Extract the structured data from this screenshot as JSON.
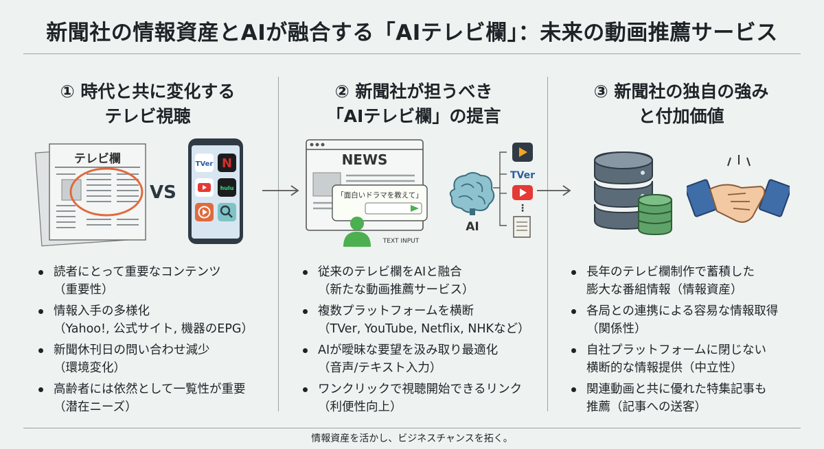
{
  "title": "新聞社の情報資産とAIが融合する「AIテレビ欄」：未来の動画推薦サービス",
  "footer": "情報資産を活かし、ビジネスチャンスを拓く。",
  "columns": [
    {
      "heading_line1": "① 時代と共に変化する",
      "heading_line2": "テレビ視聴",
      "illustration": {
        "newspaper_label": "テレビ欄",
        "vs_label": "VS",
        "phone_apps": [
          "TVer",
          "netflix-icon",
          "youtube-icon",
          "hulu",
          "play-icon",
          "search-icon"
        ]
      },
      "bullets": [
        {
          "line1": "読者にとって重要なコンテンツ",
          "line2": "（重要性）"
        },
        {
          "line1": "情報入手の多様化",
          "line2": "（Yahoo!, 公式サイト, 機器のEPG）"
        },
        {
          "line1": "新聞休刊日の問い合わせ減少",
          "line2": "（環境変化）"
        },
        {
          "line1": "高齢者には依然として一覧性が重要",
          "line2": "（潜在ニーズ）"
        }
      ]
    },
    {
      "heading_line1": "② 新聞社が担うべき",
      "heading_line2": "「AIテレビ欄」の提言",
      "illustration": {
        "news_label": "NEWS",
        "bubble_text": "「面白いドラマを教えて」",
        "input_label": "TEXT INPUT",
        "ai_label": "AI",
        "tver_label": "TVer",
        "dots": "⋮"
      },
      "bullets": [
        {
          "line1": "従来のテレビ欄をAIと融合",
          "line2": "（新たな動画推薦サービス）"
        },
        {
          "line1": "複数プラットフォームを横断",
          "line2": "（TVer, YouTube, Netflix, NHKなど）"
        },
        {
          "line1": "AIが曖昧な要望を汲み取り最適化",
          "line2": "（音声/テキスト入力）"
        },
        {
          "line1": "ワンクリックで視聴開始できるリンク",
          "line2": "（利便性向上）"
        }
      ]
    },
    {
      "heading_line1": "③ 新聞社の独自の強み",
      "heading_line2": "と付加価値",
      "illustration": {
        "icons": [
          "database-icon",
          "handshake-icon"
        ]
      },
      "bullets": [
        {
          "line1": "長年のテレビ欄制作で蓄積した",
          "line2": "膨大な番組情報（情報資産）"
        },
        {
          "line1": "各局との連携による容易な情報取得",
          "line2": "（関係性）"
        },
        {
          "line1": "自社プラットフォームに閉じない",
          "line2": "横断的な情報提供（中立性）"
        },
        {
          "line1": "関連動画と共に優れた特集記事も",
          "line2": "推薦（記事への送客）"
        }
      ]
    }
  ],
  "colors": {
    "background": "#eef2f1",
    "accent_orange": "#e06a3b",
    "youtube_red": "#e53935",
    "netflix_red": "#d32f2f",
    "tver_blue": "#2a5d9f",
    "ai_green": "#4caf50",
    "database_green": "#5fa36a",
    "handshake_blue": "#3f6da8"
  }
}
